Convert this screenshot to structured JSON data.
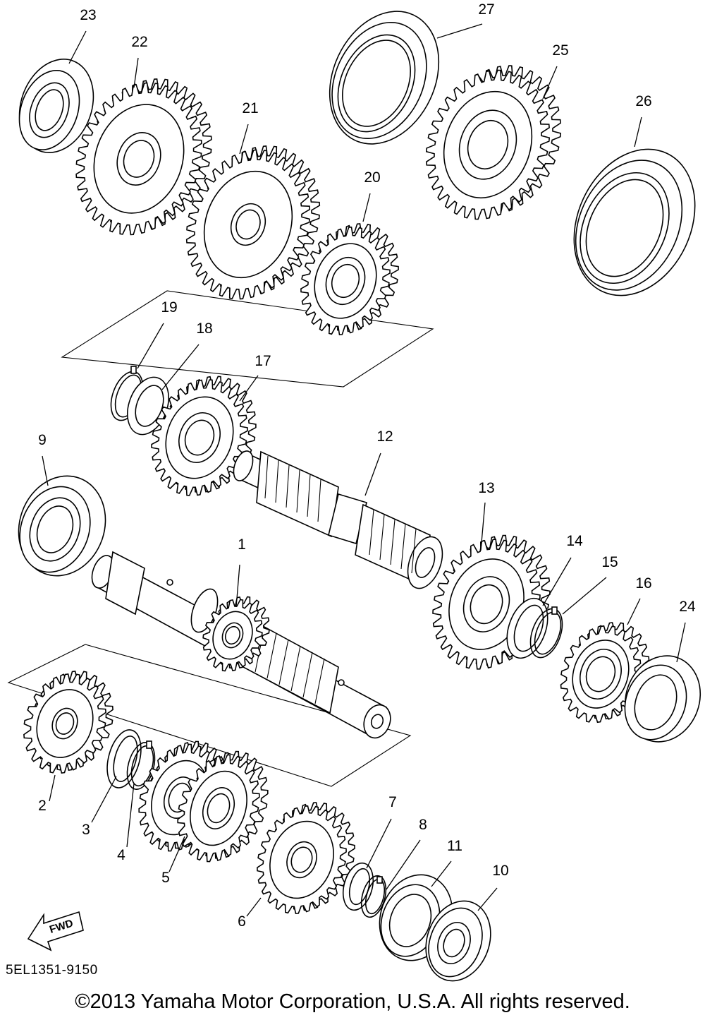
{
  "diagram": {
    "part_numbers": [
      "1",
      "2",
      "3",
      "4",
      "5",
      "6",
      "7",
      "8",
      "9",
      "10",
      "11",
      "12",
      "13",
      "14",
      "15",
      "16",
      "17",
      "18",
      "19",
      "20",
      "21",
      "22",
      "23",
      "24",
      "25",
      "26",
      "27"
    ],
    "fwd_label": "FWD",
    "drawing_code": "5EL1351-9150",
    "copyright": "©2013 Yamaha Motor Corporation, U.S.A. All rights reserved."
  }
}
